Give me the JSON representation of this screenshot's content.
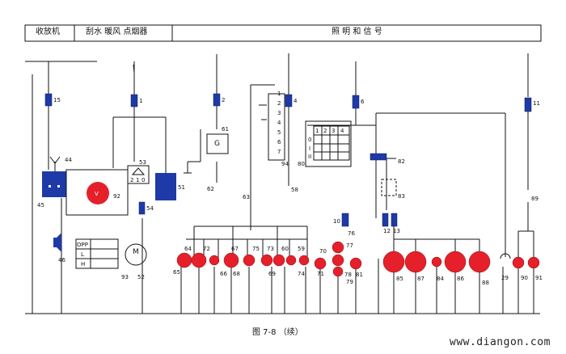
{
  "header": {
    "col1": "收放机",
    "col2": "刮水  暖风  点烟器",
    "col3": "照 明 和 信 号"
  },
  "caption": "图 7-8  （续）",
  "watermark": "www.diangon.com",
  "labels": {
    "fuses": [
      "15",
      "1",
      "2",
      "4",
      "6",
      "11",
      "10",
      "12",
      "13"
    ],
    "components": [
      "44",
      "45",
      "46",
      "92",
      "93",
      "52",
      "53",
      "54",
      "51",
      "61",
      "62",
      "63",
      "58",
      "94",
      "80",
      "82",
      "83",
      "89",
      "76",
      "29"
    ],
    "lamps": [
      "64",
      "65",
      "72",
      "66",
      "67",
      "68",
      "75",
      "73",
      "69",
      "60",
      "74",
      "59",
      "70",
      "71",
      "77",
      "78",
      "79",
      "81",
      "85",
      "87",
      "84",
      "86",
      "88",
      "90",
      "91"
    ],
    "switch_contacts": [
      "1",
      "2",
      "3",
      "4",
      "5",
      "6",
      "7"
    ],
    "light_switch_cols": [
      "1",
      "2",
      "3",
      "4"
    ],
    "light_switch_rows": [
      "0",
      "I",
      "II"
    ],
    "wiper_switch_positions": [
      "OPP",
      "L",
      "H"
    ],
    "wiper_switch_terms": [
      "2",
      "1",
      "0"
    ],
    "motor_symbol": "M",
    "generator_symbol": "G"
  },
  "colors": {
    "wire": "#111111",
    "fuse": "#1e3aa8",
    "lamp": "#e5202a",
    "component": "#1e3aa8"
  }
}
